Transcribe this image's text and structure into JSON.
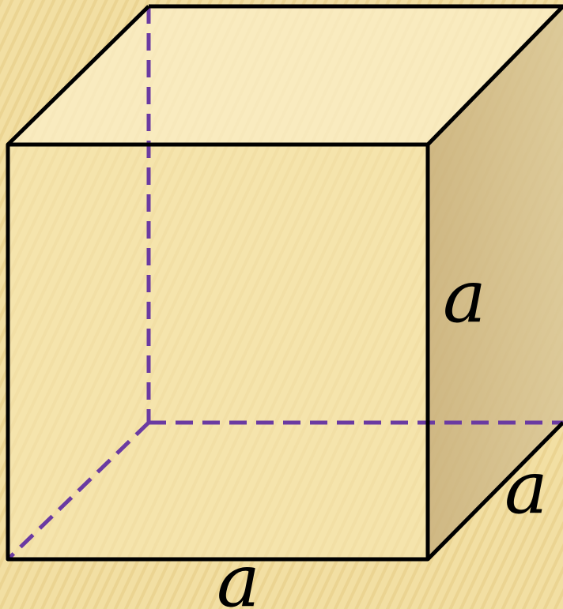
{
  "colors": {
    "background": "#f2dfa3",
    "background_stripe": "#e9d08a",
    "front_face": "#f7e7b5",
    "top_face": "#fbefc8",
    "side_face": "#cdb787",
    "edge": "#000000",
    "hidden_edge": "#6a3aa2"
  },
  "labels": {
    "right_edge": "a",
    "depth_edge": "a",
    "bottom_edge": "a"
  }
}
